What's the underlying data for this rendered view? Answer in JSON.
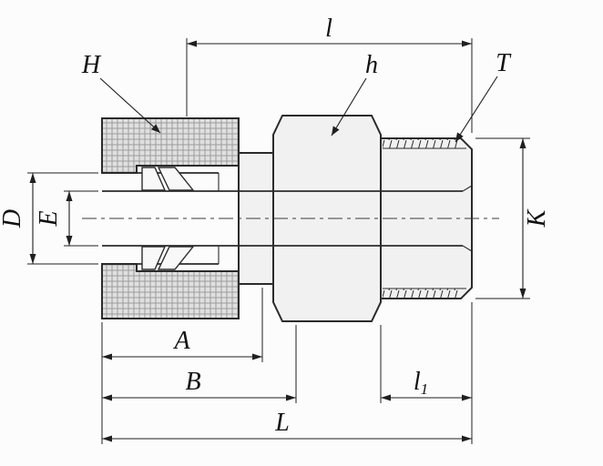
{
  "figure": {
    "colors": {
      "background": "#fcfcfc",
      "outline": "#2b2b2b",
      "dimension": "#1f1f1f",
      "hatch_line": "#9c9c9c",
      "hatch_fill": "#e0e0e0",
      "body_fill": "#f1f1f1"
    },
    "labels": {
      "l": "l",
      "H": "H",
      "h": "h",
      "T": "T",
      "D": "D",
      "E": "E",
      "K": "K",
      "A": "A",
      "B": "B",
      "L": "L",
      "l1_main": "l",
      "l1_sub": "1"
    }
  }
}
